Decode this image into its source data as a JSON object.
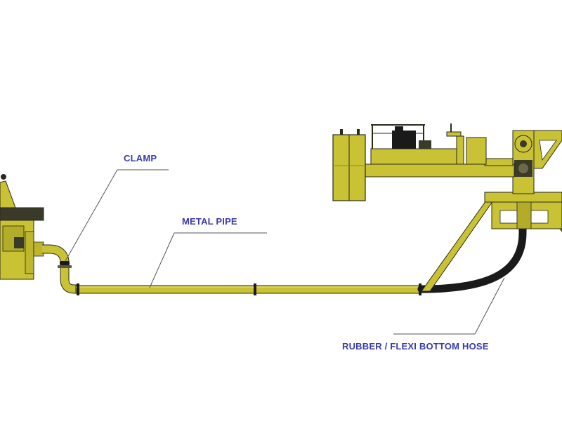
{
  "diagram": {
    "labels": {
      "clamp": "CLAMP",
      "metal_pipe": "METAL PIPE",
      "bottom_hose": "RUBBER / FLEXI BOTTOM HOSE"
    },
    "colors": {
      "equipment_fill": "#c9c234",
      "equipment_dark": "#8f8a1e",
      "outline": "#2a2a1a",
      "hose": "#1a1a1a",
      "leader_line": "#555555",
      "label_text": "#3a3ab0"
    }
  }
}
